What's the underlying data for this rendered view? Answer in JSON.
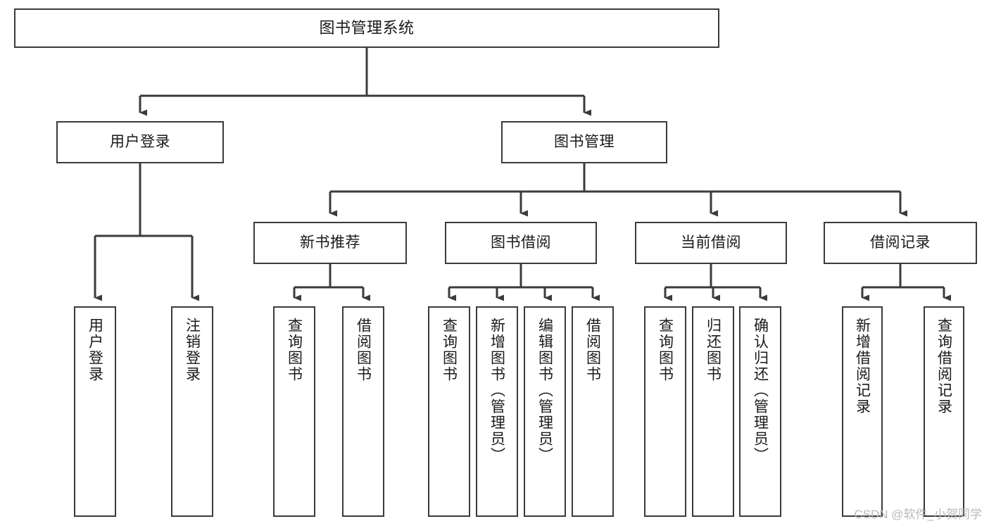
{
  "diagram": {
    "title": "图书管理系统",
    "type": "tree-hierarchy",
    "style": {
      "background": "#ffffff",
      "box_border": "#3b3b3b",
      "box_fill": "#ffffff",
      "connector": "#3b3b3b",
      "text": "#1a1a1a",
      "watermark": "#b9b9b9"
    },
    "root": {
      "id": "root",
      "label": "图书管理系统"
    },
    "level2": [
      {
        "id": "user-login",
        "label": "用户登录"
      },
      {
        "id": "book-manage",
        "label": "图书管理"
      }
    ],
    "level3": [
      {
        "id": "new-book-rec",
        "label": "新书推荐"
      },
      {
        "id": "book-borrow",
        "label": "图书借阅"
      },
      {
        "id": "current-borrow",
        "label": "当前借阅"
      },
      {
        "id": "borrow-record",
        "label": "借阅记录"
      }
    ],
    "leaves": {
      "user-login": [
        {
          "id": "leaf-user-login",
          "label": "用户登录"
        },
        {
          "id": "leaf-logout",
          "label": "注销登录"
        }
      ],
      "new-book-rec": [
        {
          "id": "leaf-query-book-1",
          "label": "查询图书"
        },
        {
          "id": "leaf-borrow-book-1",
          "label": "借阅图书"
        }
      ],
      "book-borrow": [
        {
          "id": "leaf-query-book-2",
          "label": "查询图书"
        },
        {
          "id": "leaf-add-book",
          "label": "新增图书（管理员）"
        },
        {
          "id": "leaf-edit-book",
          "label": "编辑图书（管理员）"
        },
        {
          "id": "leaf-borrow-book-2",
          "label": "借阅图书"
        }
      ],
      "current-borrow": [
        {
          "id": "leaf-query-book-3",
          "label": "查询图书"
        },
        {
          "id": "leaf-return-book",
          "label": "归还图书"
        },
        {
          "id": "leaf-confirm-return",
          "label": "确认归还（管理员）"
        }
      ],
      "borrow-record": [
        {
          "id": "leaf-add-record",
          "label": "新增借阅记录"
        },
        {
          "id": "leaf-query-record",
          "label": "查询借阅记录"
        }
      ]
    }
  },
  "watermark": {
    "text": "CSDN @软件_小贺同学"
  }
}
